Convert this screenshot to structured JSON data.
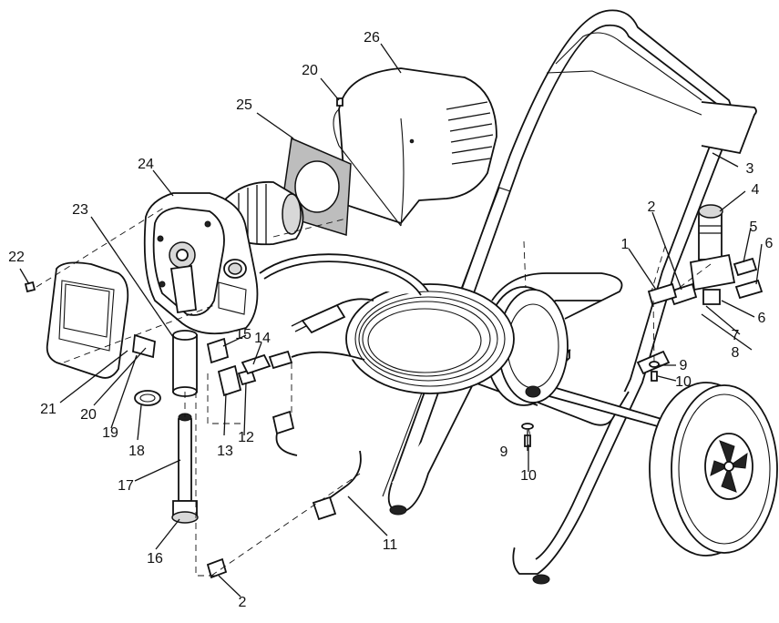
{
  "labels": [
    {
      "id": "p1",
      "text": "1"
    },
    {
      "id": "p2a",
      "text": "2"
    },
    {
      "id": "p2b",
      "text": "2"
    },
    {
      "id": "p3",
      "text": "3"
    },
    {
      "id": "p4",
      "text": "4"
    },
    {
      "id": "p5",
      "text": "5"
    },
    {
      "id": "p6a",
      "text": "6"
    },
    {
      "id": "p6b",
      "text": "6"
    },
    {
      "id": "p7",
      "text": "7"
    },
    {
      "id": "p8",
      "text": "8"
    },
    {
      "id": "p9a",
      "text": "9"
    },
    {
      "id": "p9b",
      "text": "9"
    },
    {
      "id": "p10a",
      "text": "10"
    },
    {
      "id": "p10b",
      "text": "10"
    },
    {
      "id": "p11",
      "text": "11"
    },
    {
      "id": "p12",
      "text": "12"
    },
    {
      "id": "p13",
      "text": "13"
    },
    {
      "id": "p14",
      "text": "14"
    },
    {
      "id": "p15",
      "text": "15"
    },
    {
      "id": "p16",
      "text": "16"
    },
    {
      "id": "p17",
      "text": "17"
    },
    {
      "id": "p18",
      "text": "18"
    },
    {
      "id": "p19",
      "text": "19"
    },
    {
      "id": "p20a",
      "text": "20"
    },
    {
      "id": "p20b",
      "text": "20"
    },
    {
      "id": "p21",
      "text": "21"
    },
    {
      "id": "p22",
      "text": "22"
    },
    {
      "id": "p23",
      "text": "23"
    },
    {
      "id": "p24",
      "text": "24"
    },
    {
      "id": "p25",
      "text": "25"
    },
    {
      "id": "p26",
      "text": "26"
    }
  ]
}
